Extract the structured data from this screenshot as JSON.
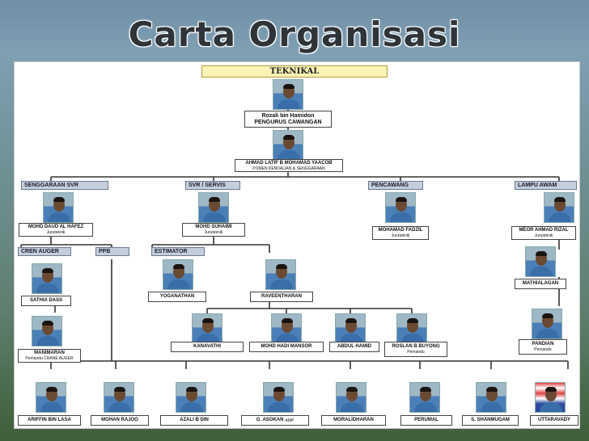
{
  "title": "Carta Organisasi",
  "header": "TEKNIKAL",
  "manager": {
    "name": "Rozali bin Hamidon",
    "role": "PENGURUS CAWANGAN"
  },
  "supervisor": {
    "name": "AHMAD LATIF B MOHAMAD YAACOB",
    "role": "POMEN KENDALIAN & SENGGARAAN"
  },
  "sections": {
    "senggaraan": "SENGGARAAN SVR",
    "svr_servis": "SVR / SERVIS",
    "pencawang": "PENCAWANG",
    "lampu_awam": "LAMPU AWAM",
    "cren_auger": "CREN AUGER",
    "ppb": "PPB",
    "estimator": "ESTIMATOR"
  },
  "heads": {
    "daud": {
      "name": "MOHD DAUD AL HAFEZ",
      "role": "Juruteknik"
    },
    "suhaimi": {
      "name": "MOHD SUHAIMI",
      "role": "Juruteknik"
    },
    "fadzil": {
      "name": "MOHAMAD FADZIL",
      "role": "Juruteknik"
    },
    "meor": {
      "name": "MEOR AHMAD RIZAL",
      "role": "Juruteknik"
    }
  },
  "staff": {
    "sathia": "SATHIA DASS",
    "manimaran": {
      "name": "MANIMARAN",
      "role": "Pemandu CRANE AUGER"
    },
    "yoganathan": "YOGANATHAN",
    "raveentharan": "RAVEENTHARAN",
    "mathialagan": "MATHIALAGAN",
    "pandian": {
      "name": "PANDIAN",
      "role": "Pemandu"
    },
    "kanavathi": "KANAVATHI",
    "hadi": "MOHD HADI MANSOR",
    "hamid": "ABDUL HAMID",
    "roslan": {
      "name": "ROSLAN B BUYONG",
      "role": "Pemandu"
    }
  },
  "bottom_row": [
    "ARIFFIN BIN LASA",
    "MOHAN RAJOO",
    "AZALI B DIN",
    "G. ASOKAN",
    "MORALIDHARAN",
    "PERUMAL",
    "S. SHANMUGAM",
    "UTTARAVADY"
  ],
  "bottom_row_suffix": {
    "asokan": "AMP"
  },
  "colors": {
    "section_fill": "#c5cedb",
    "header_fill": "#fbf3b6",
    "connector": "#333333"
  }
}
